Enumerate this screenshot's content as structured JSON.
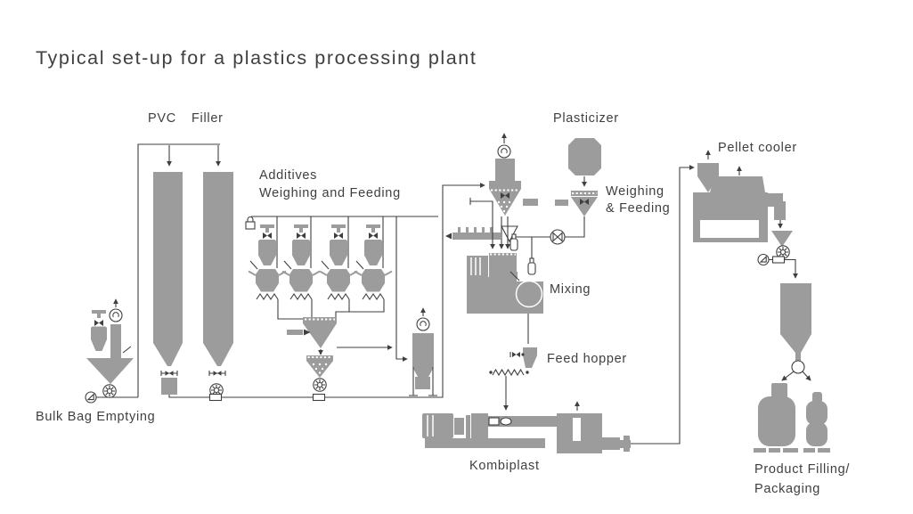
{
  "title": "Typical set-up for a plastics processing plant",
  "colors": {
    "equipment": "#9c9c9c",
    "line": "#3f3f3f",
    "text": "#3f3f3f",
    "background": "#ffffff"
  },
  "labels": {
    "pvc": "PVC",
    "filler": "Filler",
    "additives_line1": "Additives",
    "additives_line2": "Weighing and Feeding",
    "plasticizer": "Plasticizer",
    "plasticizer_feeder_line1": "Weighing",
    "plasticizer_feeder_line2": "& Feeding",
    "pellet_cooler": "Pellet cooler",
    "mixing": "Mixing",
    "feed_hopper": "Feed hopper",
    "bulk_bag_emptying": "Bulk Bag Emptying",
    "kombiplast": "Kombiplast",
    "product_line1": "Product Filling/",
    "product_line2": "Packaging"
  }
}
